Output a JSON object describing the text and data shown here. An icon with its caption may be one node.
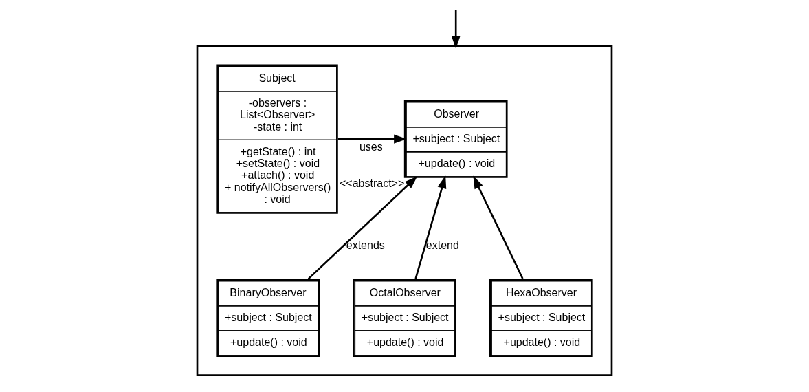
{
  "diagram": {
    "nodes": [
      {
        "text": [],
        "shape": "box"
      },
      {
        "text": [
          "Observer",
          "+subject : Subject",
          "+update() : void"
        ],
        "beside": [
          "<<abstract>>"
        ],
        "in": 0
      },
      {
        "text": [
          "Subject",
          "-observers : List<Observer> -state : int",
          "+getState() : int +setState() : void +attach() : void + notifyAllObservers() : void"
        ],
        "in": 0
      },
      {
        "text": [
          "BinaryObserver",
          "+subject : Subject",
          "+update() : void"
        ],
        "in": 0
      },
      {
        "text": [
          "OctalObserver",
          "+subject : Subject",
          "+update() : void"
        ],
        "in": 0
      },
      {
        "text": [
          "HexaObserver",
          "+subject : Subject",
          "+update() : void"
        ],
        "in": 0
      }
    ],
    "edges": [
      {
        "from": null,
        "to": 0,
        "arrow": "to"
      },
      {
        "from": 2,
        "to": 1,
        "arrow": "to",
        "label": "uses"
      },
      {
        "from": 3,
        "to": 1,
        "arrow": "to",
        "label": "extends"
      },
      {
        "from": 4,
        "to": 1,
        "arrow": "to",
        "label": "extend"
      },
      {
        "from": 5,
        "to": 1,
        "arrow": "to"
      }
    ]
  }
}
